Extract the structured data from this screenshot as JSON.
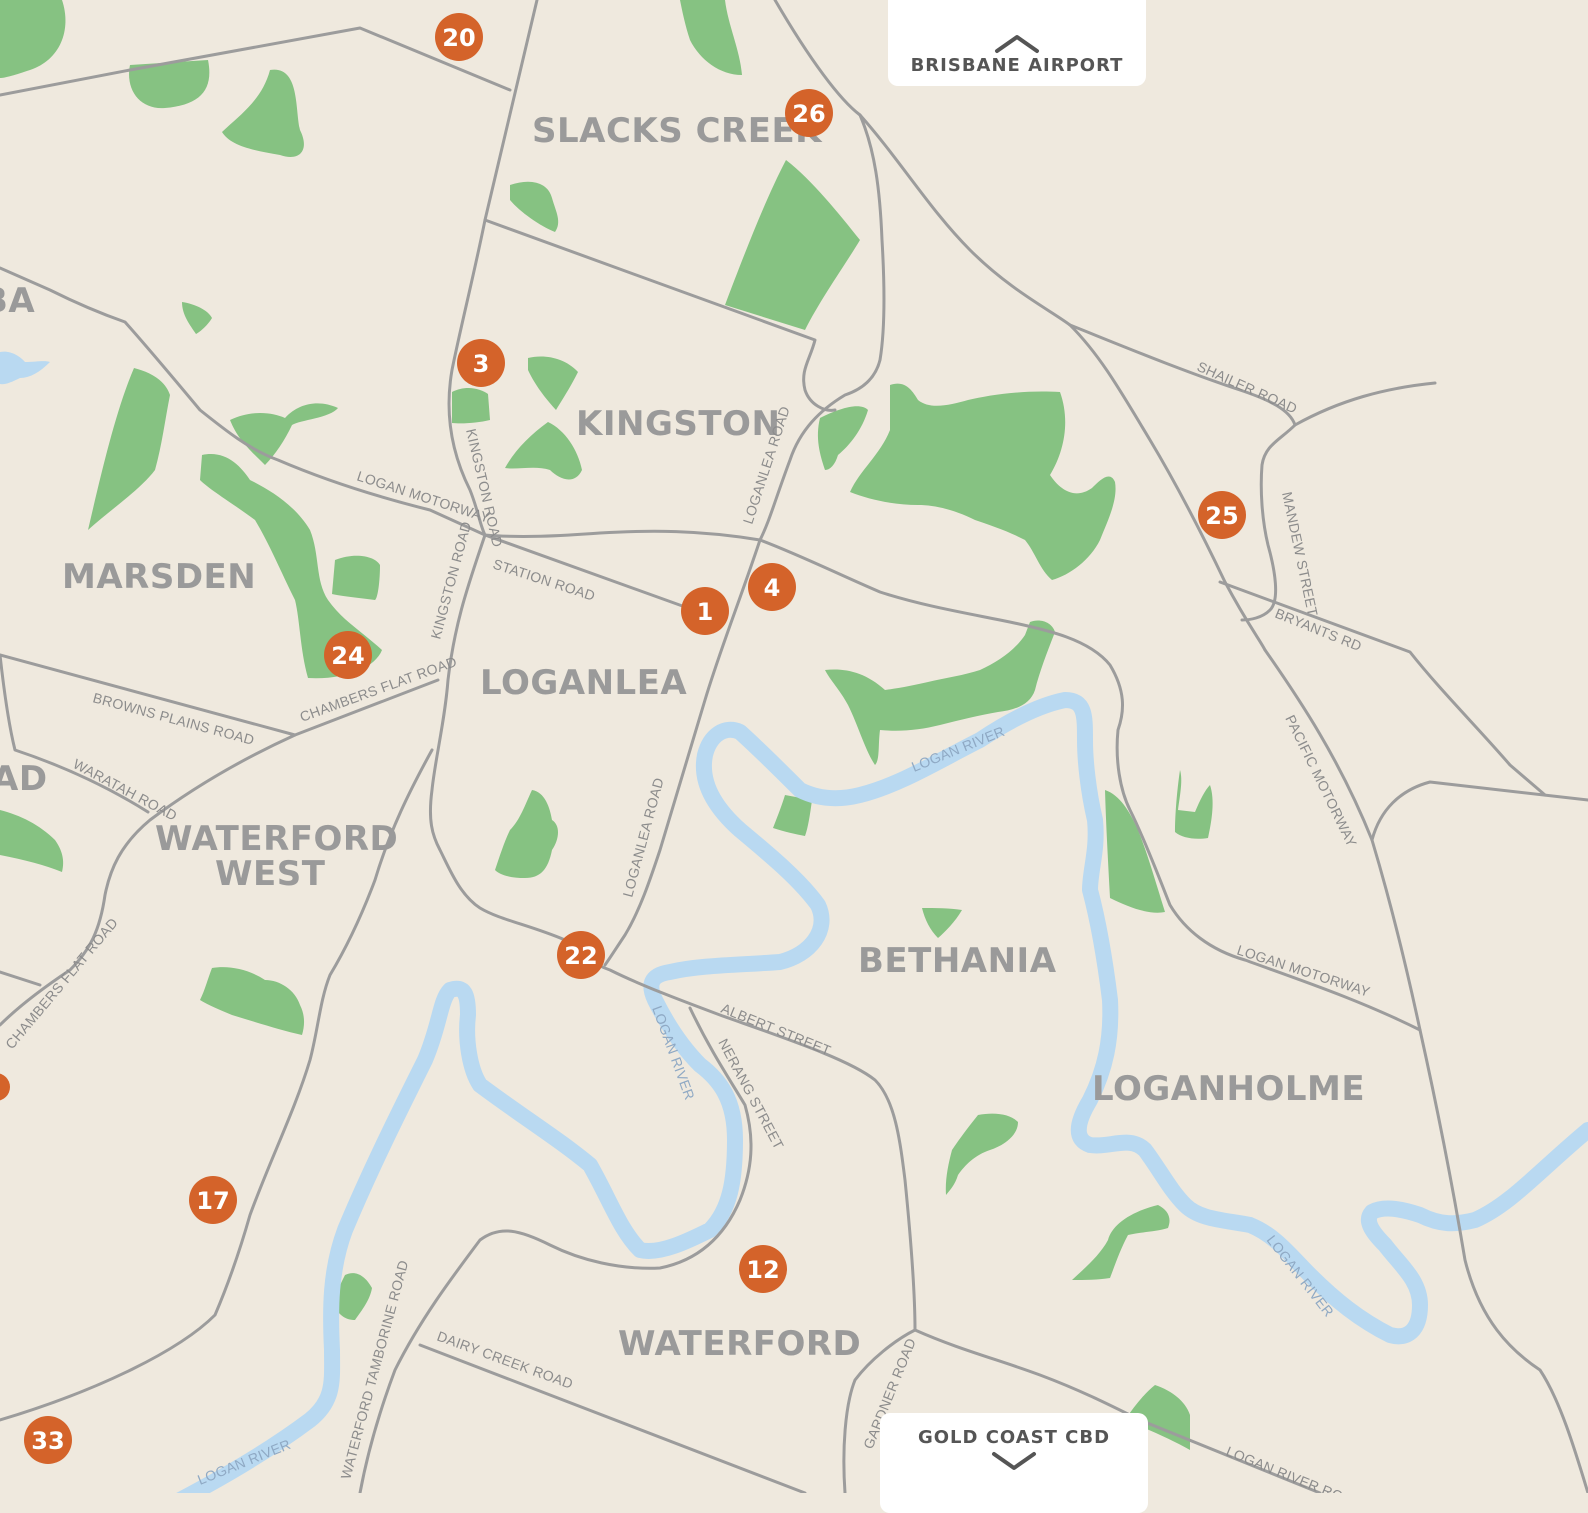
{
  "map": {
    "colors": {
      "land": "#efe9de",
      "park": "#86c282",
      "road": "#9c9c9c",
      "river": "#b9d9f1",
      "marker": "#d4632a"
    },
    "suburbs": [
      {
        "id": "slacks-creek",
        "name": "SLACKS CREEK"
      },
      {
        "id": "kingston",
        "name": "KINGSTON"
      },
      {
        "id": "marsden",
        "name": "MARSDEN"
      },
      {
        "id": "loganlea",
        "name": "LOGANLEA"
      },
      {
        "id": "waterford-west-1",
        "name": "WATERFORD"
      },
      {
        "id": "waterford-west-2",
        "name": "WEST"
      },
      {
        "id": "bethania",
        "name": "BETHANIA"
      },
      {
        "id": "loganholme",
        "name": "LOGANHOLME"
      },
      {
        "id": "waterford",
        "name": "WATERFORD"
      },
      {
        "id": "partial-ba",
        "name": "BA"
      },
      {
        "id": "partial-ad",
        "name": "AD"
      }
    ],
    "roads": [
      {
        "id": "logan-motorway-w",
        "name": "LOGAN MOTORWAY"
      },
      {
        "id": "kingston-road-n",
        "name": "KINGSTON ROAD"
      },
      {
        "id": "kingston-road-s",
        "name": "KINGSTON ROAD"
      },
      {
        "id": "loganlea-road-n",
        "name": "LOGANLEA ROAD"
      },
      {
        "id": "loganlea-road-s",
        "name": "LOGANLEA ROAD"
      },
      {
        "id": "station-road",
        "name": "STATION ROAD"
      },
      {
        "id": "shailer-road",
        "name": "SHAILER ROAD"
      },
      {
        "id": "mandew-street",
        "name": "MANDEW STREET"
      },
      {
        "id": "bryants-rd",
        "name": "BRYANTS RD"
      },
      {
        "id": "pacific-motorway",
        "name": "PACIFIC MOTORWAY"
      },
      {
        "id": "logan-motorway-e",
        "name": "LOGAN MOTORWAY"
      },
      {
        "id": "chambers-flat-road-n",
        "name": "CHAMBERS FLAT ROAD"
      },
      {
        "id": "chambers-flat-road-s",
        "name": "CHAMBERS FLAT ROAD"
      },
      {
        "id": "browns-plains-road",
        "name": "BROWNS PLAINS ROAD"
      },
      {
        "id": "waratah-road",
        "name": "WARATAH ROAD"
      },
      {
        "id": "albert-street",
        "name": "ALBERT STREET"
      },
      {
        "id": "nerang-street",
        "name": "NERANG STREET"
      },
      {
        "id": "waterford-tamborine-road",
        "name": "WATERFORD TAMBORINE ROAD"
      },
      {
        "id": "dairy-creek-road",
        "name": "DAIRY CREEK ROAD"
      },
      {
        "id": "gardner-road",
        "name": "GARDNER ROAD"
      },
      {
        "id": "logan-river-road",
        "name": "LOGAN RIVER ROAD"
      }
    ],
    "rivers": [
      {
        "id": "logan-river-1",
        "name": "LOGAN RIVER"
      },
      {
        "id": "logan-river-2",
        "name": "LOGAN RIVER"
      },
      {
        "id": "logan-river-3",
        "name": "LOGAN RIVER"
      },
      {
        "id": "logan-river-4",
        "name": "LOGAN RIVER"
      }
    ],
    "markers": [
      {
        "id": "m20",
        "label": "20"
      },
      {
        "id": "m26",
        "label": "26"
      },
      {
        "id": "m3",
        "label": "3"
      },
      {
        "id": "m25",
        "label": "25"
      },
      {
        "id": "m4",
        "label": "4"
      },
      {
        "id": "m1",
        "label": "1"
      },
      {
        "id": "m24",
        "label": "24"
      },
      {
        "id": "m22",
        "label": "22"
      },
      {
        "id": "m17",
        "label": "17"
      },
      {
        "id": "m12",
        "label": "12"
      },
      {
        "id": "m33",
        "label": "33"
      }
    ]
  },
  "nav": {
    "top_label": "BRISBANE AIRPORT",
    "top_icon": "chevron-up-icon",
    "bottom_label": "GOLD COAST CBD",
    "bottom_icon": "chevron-down-icon"
  }
}
